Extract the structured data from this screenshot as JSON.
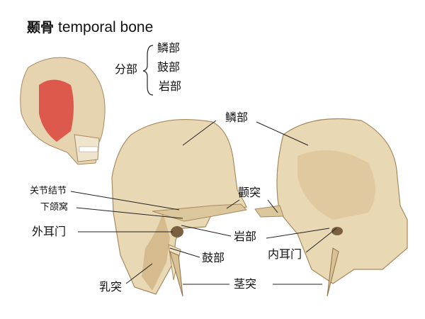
{
  "title": {
    "chinese": "颞骨",
    "english": "temporal bone"
  },
  "divisions": {
    "label": "分部",
    "items": [
      "鳞部",
      "鼓部",
      "岩部"
    ]
  },
  "labels": {
    "squamous": "鳞部",
    "zygomatic_process": "颧突",
    "articular_tubercle": "关节结节",
    "mandibular_fossa": "下颌窝",
    "external_acoustic_meatus": "外耳门",
    "petrous": "岩部",
    "internal_acoustic_meatus": "内耳门",
    "tympanic": "鼓部",
    "mastoid_process": "乳突",
    "styloid_process": "茎突"
  },
  "colors": {
    "bone": "#e9d8b4",
    "bone_shade": "#c8a875",
    "highlight": "#d9433a"
  }
}
